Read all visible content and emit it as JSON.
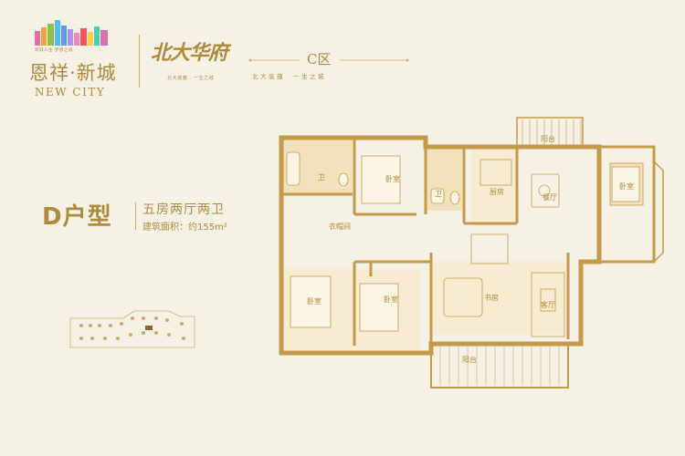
{
  "header": {
    "brand_slogan": "新城人生 梦想之城",
    "brand_cn": "恩祥·新城",
    "brand_en": "NEW CITY",
    "project_name": "北大华府",
    "project_sub": "北大底蕴 · 一生之城",
    "zone_title": "C区",
    "zone_tagline": "北大底蕴　一生之城"
  },
  "unit": {
    "type": "D户型",
    "rooms": "五房两厅两卫",
    "area": "建筑面积：约155m²"
  },
  "rooms": {
    "bath_1": "卫",
    "bed_1": "卧室",
    "bath_2": "卫",
    "kitchen": "厨房",
    "balcony_top": "阳台",
    "dining": "餐厅",
    "bed_2": "卧室",
    "cloak": "衣帽间",
    "bed_3": "卧室",
    "bed_4": "卧室",
    "study": "书房",
    "living": "客厅",
    "balcony_bottom": "阳台"
  },
  "colors": {
    "background": "#f6f1e5",
    "wall": "#c49a49",
    "accent": "#b08a3c",
    "floor_tint": "#f2e2bc"
  }
}
